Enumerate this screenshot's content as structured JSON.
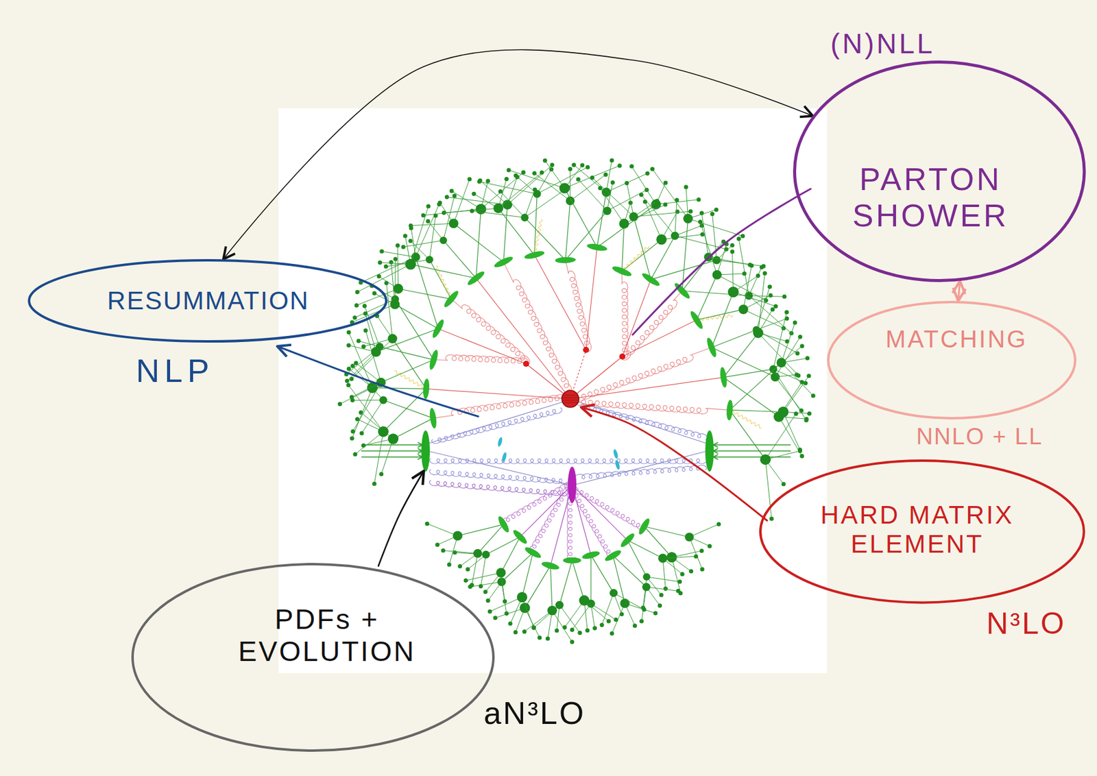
{
  "diagram": {
    "nodes": [
      {
        "text": [
          "(N)NLL",
          "PARTON SHOWER"
        ]
      },
      {
        "text": [
          "RESUMMATION",
          "NLP"
        ]
      },
      {
        "text": [
          "MATCHING",
          "NNLO + LL"
        ]
      },
      {
        "text": [
          "HARD MATRIX ELEMENT",
          "N³LO"
        ]
      },
      {
        "text": [
          "PDFs + EVOLUTION",
          "aN³LO"
        ]
      }
    ],
    "edges": [
      {
        "from": 1,
        "to": 0,
        "arrow": "both"
      },
      {
        "from": 0,
        "to": 2,
        "arrow": "both"
      }
    ]
  }
}
